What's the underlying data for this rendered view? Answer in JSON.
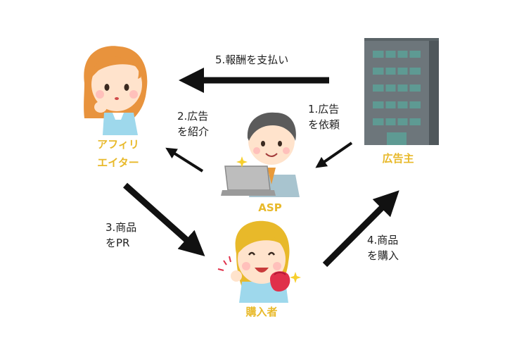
{
  "colors": {
    "role_label": "#e8b92a",
    "arrow": "#111111",
    "building": "#6d767b",
    "window": "#5e9a93"
  },
  "roles": {
    "affiliate_line1": "アフィリ",
    "affiliate_line2": "エイター",
    "asp": "ASP",
    "advertiser": "広告主",
    "buyer": "購入者"
  },
  "steps": {
    "s1_line1": "1.広告",
    "s1_line2": "を依頼",
    "s2_line1": "2.広告",
    "s2_line2": "を紹介",
    "s3_line1": "3.商品",
    "s3_line2": "をPR",
    "s4_line1": "4.商品",
    "s4_line2": "を購入",
    "s5": "5.報酬を支払い"
  },
  "icons": [
    "woman-thinking-icon",
    "businessman-laptop-icon",
    "office-building-icon",
    "woman-with-wallet-icon"
  ]
}
